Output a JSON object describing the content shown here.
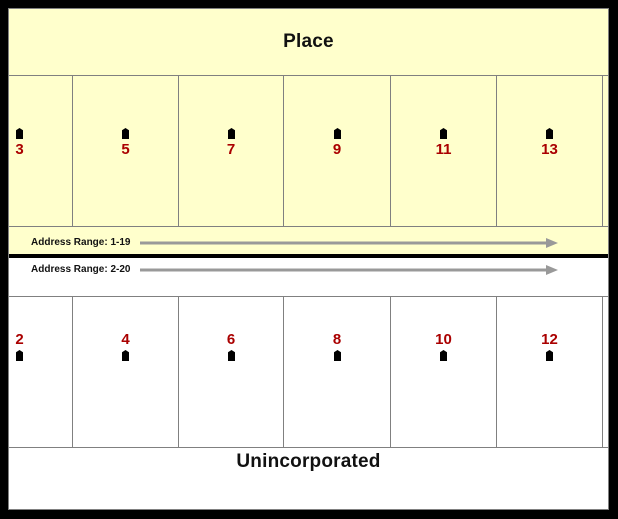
{
  "figure": {
    "title": "Address range diagram: Place vs Unincorporated",
    "colors": {
      "place_fill": "#FFFFCC",
      "unincorporated_fill": "#FFFFFF",
      "parcel_border": "#808080",
      "frame": "#000000",
      "house_icon": "#000000",
      "number_red": "#AA0000",
      "arrow_gray": "#999999"
    }
  },
  "place": {
    "label": "Place",
    "address_range": {
      "label": "Address Range: 1-19",
      "arrow": "right-arrow-icon"
    },
    "parcels": [
      {
        "number": "3",
        "icon": "house-icon"
      },
      {
        "number": "5",
        "icon": "house-icon"
      },
      {
        "number": "7",
        "icon": "house-icon"
      },
      {
        "number": "9",
        "icon": "house-icon"
      },
      {
        "number": "11",
        "icon": "house-icon"
      },
      {
        "number": "13",
        "icon": "house-icon"
      }
    ]
  },
  "unincorporated": {
    "label": "Unincorporated",
    "address_range": {
      "label": "Address Range: 2-20",
      "arrow": "right-arrow-icon"
    },
    "parcels": [
      {
        "number": "2",
        "icon": "house-icon"
      },
      {
        "number": "4",
        "icon": "house-icon"
      },
      {
        "number": "6",
        "icon": "house-icon"
      },
      {
        "number": "8",
        "icon": "house-icon"
      },
      {
        "number": "10",
        "icon": "house-icon"
      },
      {
        "number": "12",
        "icon": "house-icon"
      }
    ]
  }
}
